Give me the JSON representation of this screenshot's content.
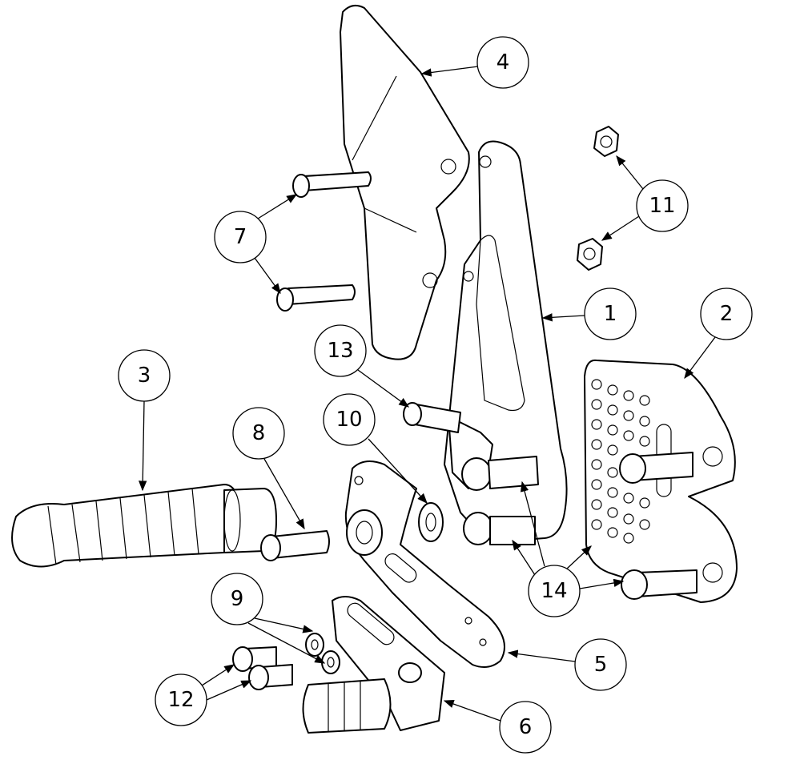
{
  "diagram": {
    "type": "exploded assembly drawing",
    "balloons": {
      "b1": "1",
      "b2": "2",
      "b3": "3",
      "b4": "4",
      "b5": "5",
      "b6": "6",
      "b7": "7",
      "b8": "8",
      "b9": "9",
      "b10": "10",
      "b11": "11",
      "b12": "12",
      "b13": "13",
      "b14": "14"
    },
    "colors": {
      "line": "#000000",
      "background": "#ffffff"
    }
  }
}
